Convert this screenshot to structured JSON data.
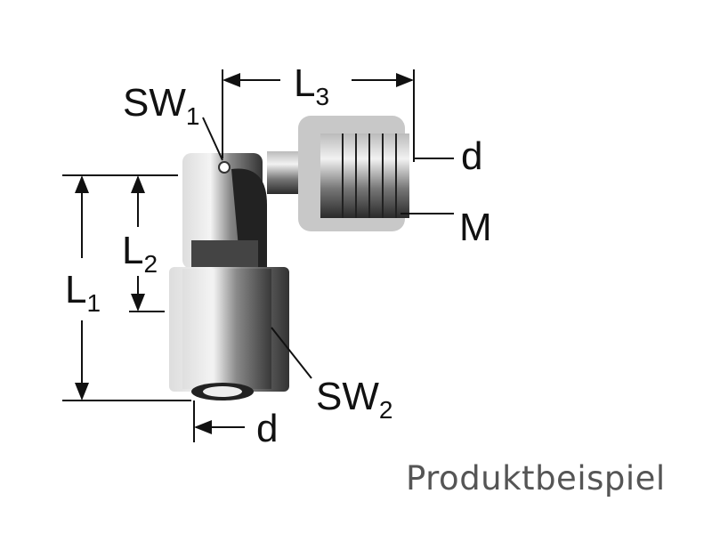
{
  "labels": {
    "sw1": {
      "main": "SW",
      "sub": "1"
    },
    "l3": {
      "main": "L",
      "sub": "3"
    },
    "d_right": "d",
    "m": "M",
    "l2": {
      "main": "L",
      "sub": "2"
    },
    "l1": {
      "main": "L",
      "sub": "1"
    },
    "sw2": {
      "main": "SW",
      "sub": "2"
    },
    "d_bottom": "d"
  },
  "caption": "Produktbeispiel"
}
